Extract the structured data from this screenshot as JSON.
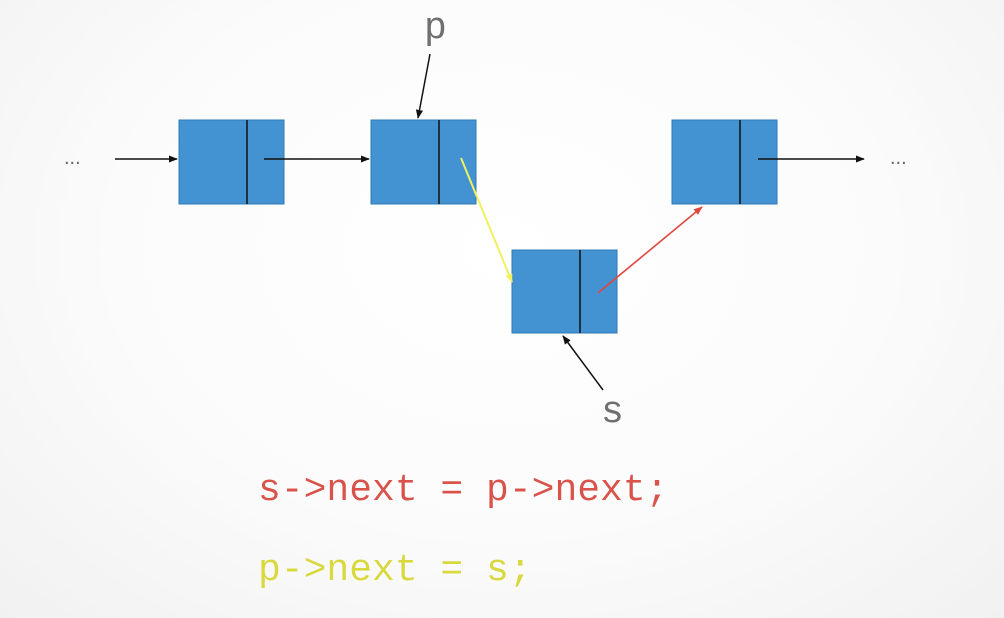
{
  "labels": {
    "p": "p",
    "s": "s",
    "ellipsis_left": "...",
    "ellipsis_right": "..."
  },
  "code": {
    "line1": "s->next = p->next;",
    "line2": "p->next = s;"
  },
  "colors": {
    "node_fill": "#4392d2",
    "arrow_default": "#111111",
    "arrow_line1": "#e0473f",
    "arrow_line2": "#f0f060",
    "code_line1": "#d9534b",
    "code_line2": "#d9d93c"
  }
}
